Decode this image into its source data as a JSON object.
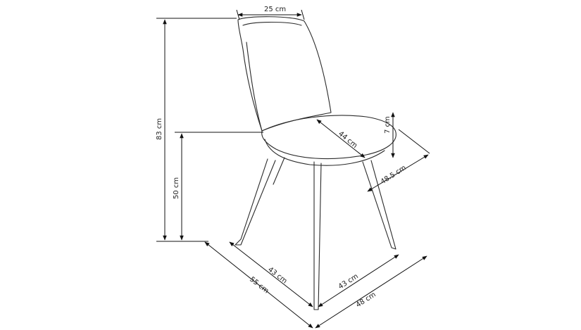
{
  "dimensions": {
    "backrest_width": "25 cm",
    "total_height": "83 cm",
    "seat_height": "50 cm",
    "seat_depth": "44 cm",
    "seat_thickness": "7 cm",
    "seat_width": "48.5 cm",
    "leg_depth": "43 cm",
    "overall_depth": "55 cm",
    "leg_width": "43 cm",
    "overall_width": "48 cm"
  },
  "colors": {
    "line": "#111111",
    "outline": "#2a2a2a"
  }
}
